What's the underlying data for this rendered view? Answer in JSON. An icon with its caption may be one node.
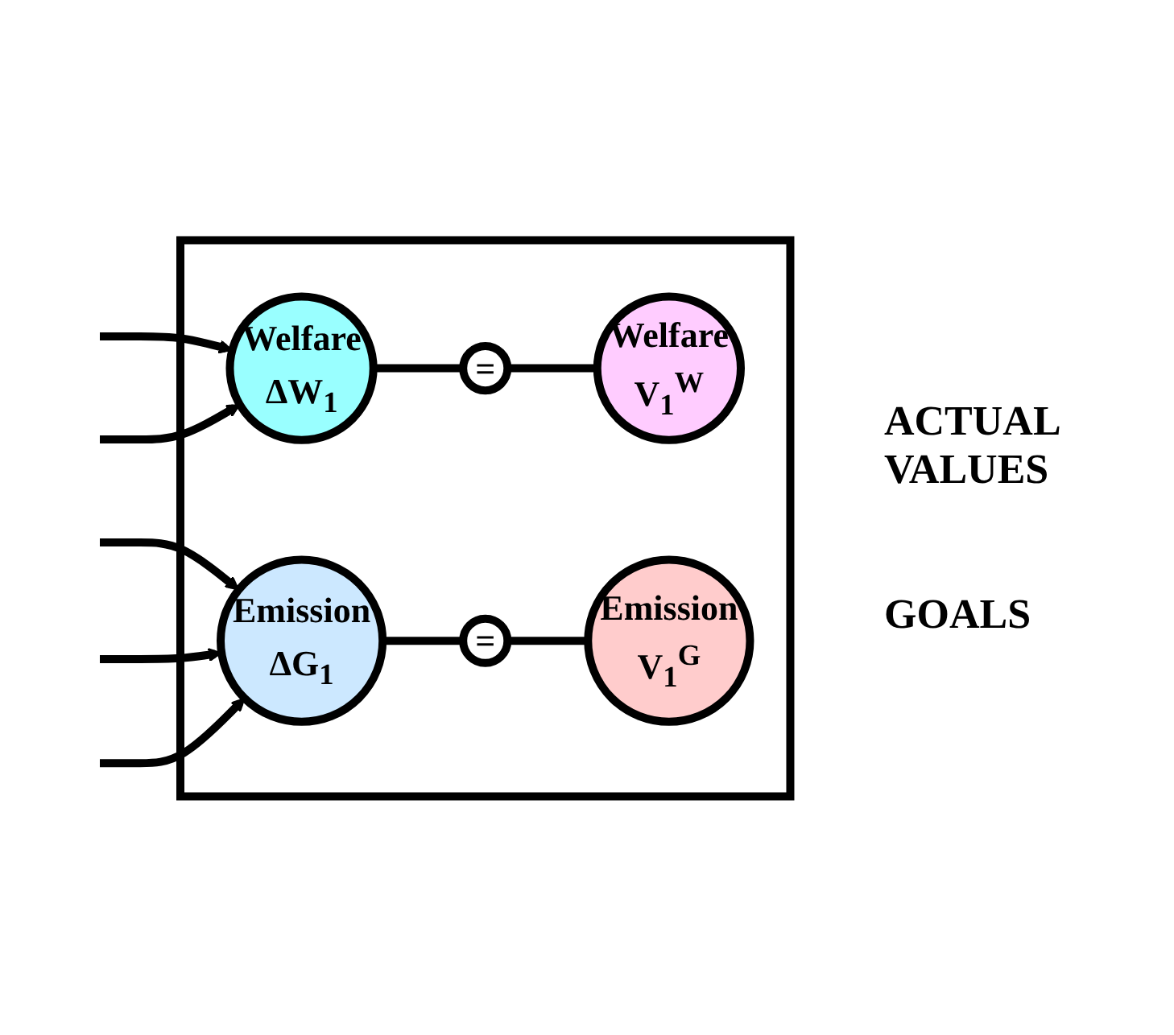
{
  "diagram": {
    "nodes": [
      {
        "text": [],
        "shape": "box"
      },
      {
        "text": [
          "Welfare",
          "ΔW$_{1}$"
        ],
        "in": 0
      },
      {
        "text": [
          "="
        ],
        "in": 0
      },
      {
        "text": [
          "Welfare",
          "V$_{1}$$^{W}$"
        ],
        "in": 0
      },
      {
        "text": [
          "Emission",
          "ΔG$_{1}$"
        ],
        "in": 0
      },
      {
        "text": [
          "="
        ],
        "in": 0
      },
      {
        "text": [
          "Emission",
          "V$_{1}$$^{G}$"
        ],
        "in": 0
      }
    ],
    "edges": [
      {
        "from": null,
        "to": 1,
        "arrow": "to"
      },
      {
        "from": null,
        "to": 1,
        "arrow": "to"
      },
      {
        "from": 1,
        "to": 2,
        "arrow": "none"
      },
      {
        "from": 2,
        "to": 3,
        "arrow": "none"
      },
      {
        "from": null,
        "to": 4,
        "arrow": "to"
      },
      {
        "from": null,
        "to": 4,
        "arrow": "to"
      },
      {
        "from": null,
        "to": 4,
        "arrow": "to"
      },
      {
        "from": 4,
        "to": 5,
        "arrow": "none"
      },
      {
        "from": 5,
        "to": 6,
        "arrow": "none"
      }
    ],
    "labels": [
      "ACTUAL VALUES",
      "GOALS"
    ]
  }
}
